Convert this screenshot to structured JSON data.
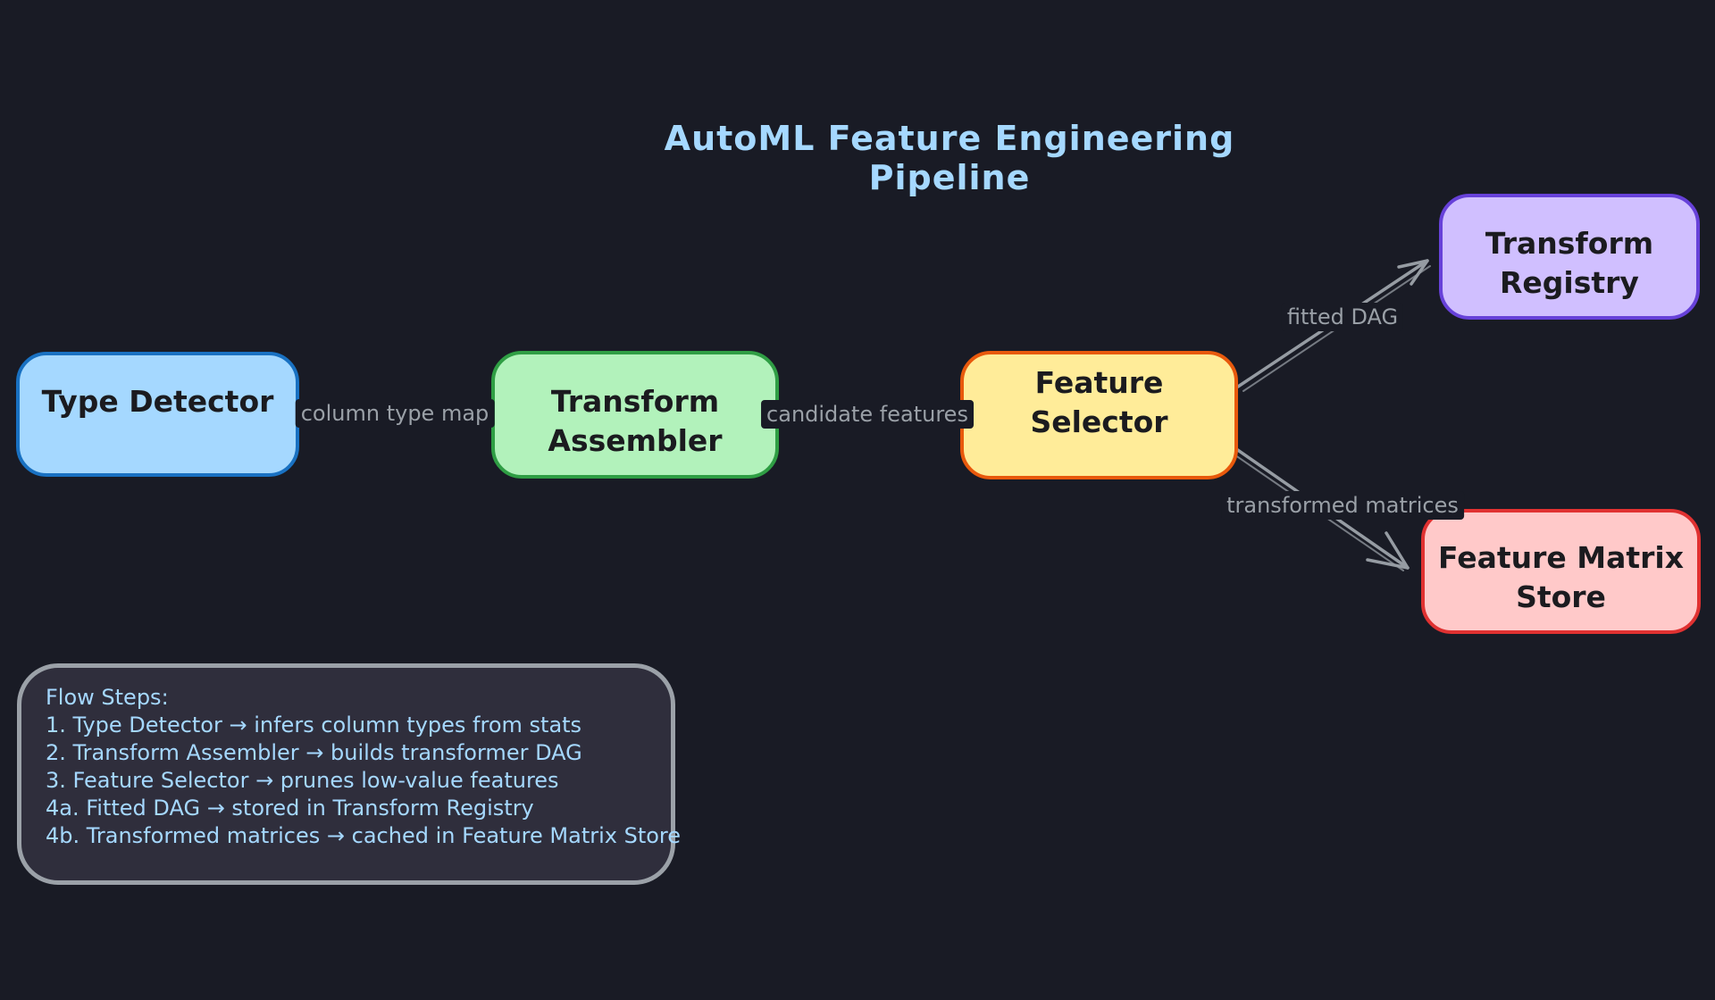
{
  "title": "AutoML Feature Engineering Pipeline",
  "colors": {
    "background": "#191b25",
    "title_text": "#a5d8ff",
    "edge_stroke": "#969ca3",
    "edge_label": "#9aa0a7",
    "node_text": "#1b1b1f",
    "note_fill": "#2f2e3c",
    "note_border": "#9ba1a8",
    "note_text": "#a5d8ff"
  },
  "nodes": [
    {
      "id": "type-detector",
      "label": "Type Detector",
      "fill": "#a5d8ff",
      "stroke": "#1971c2"
    },
    {
      "id": "transform-assembler",
      "label": "Transform\nAssembler",
      "fill": "#b2f2bb",
      "stroke": "#2f9e44"
    },
    {
      "id": "feature-selector",
      "label": "Feature Selector",
      "fill": "#ffec99",
      "stroke": "#e8590c"
    },
    {
      "id": "transform-registry",
      "label": "Transform\nRegistry",
      "fill": "#d0bfff",
      "stroke": "#6741d9"
    },
    {
      "id": "feature-matrix-store",
      "label": "Feature Matrix\nStore",
      "fill": "#ffc9c9",
      "stroke": "#e03131"
    }
  ],
  "edges": [
    {
      "from": "type-detector",
      "to": "transform-assembler",
      "label": "column type map"
    },
    {
      "from": "transform-assembler",
      "to": "feature-selector",
      "label": "candidate features"
    },
    {
      "from": "feature-selector",
      "to": "transform-registry",
      "label": "fitted DAG"
    },
    {
      "from": "feature-selector",
      "to": "feature-matrix-store",
      "label": "transformed matrices"
    }
  ],
  "note": {
    "heading": "Flow Steps:",
    "steps": [
      "1. Type Detector → infers column types from stats",
      "2. Transform Assembler → builds transformer DAG",
      "3. Feature Selector → prunes low-value features",
      "4a. Fitted DAG → stored in Transform Registry",
      "4b. Transformed matrices → cached in Feature Matrix Store"
    ]
  }
}
